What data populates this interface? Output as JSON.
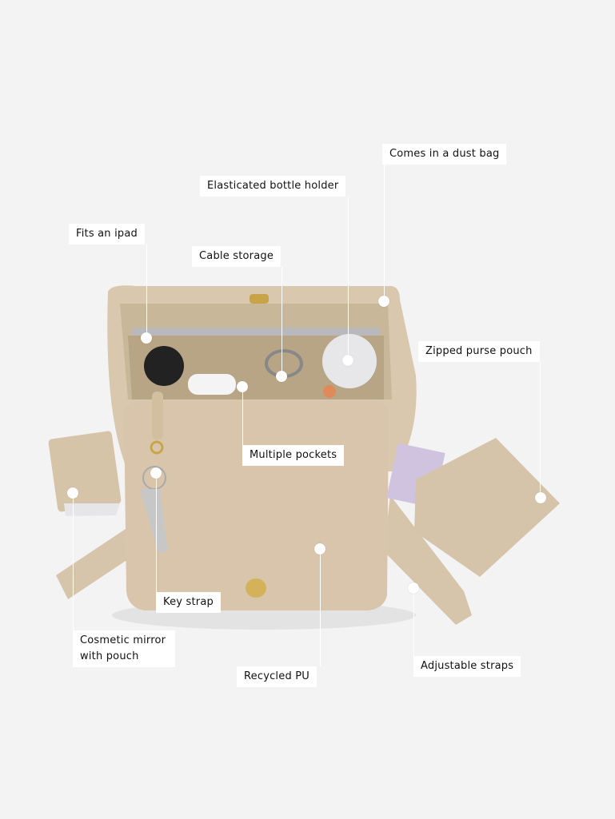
{
  "callouts": {
    "dust_bag": "Comes in a dust bag",
    "bottle_holder": "Elasticated bottle holder",
    "ipad": "Fits an ipad",
    "cable_storage": "Cable storage",
    "purse_pouch": "Zipped purse pouch",
    "pockets": "Multiple pockets",
    "key_strap": "Key strap",
    "mirror": "Cosmetic mirror with pouch",
    "recycled_pu": "Recycled PU",
    "straps": "Adjustable straps"
  },
  "colors": {
    "background": "#f3f3f3",
    "leather": "#d9c7ae",
    "lining": "#cdbb9f",
    "hardware": "#d4b25a"
  }
}
